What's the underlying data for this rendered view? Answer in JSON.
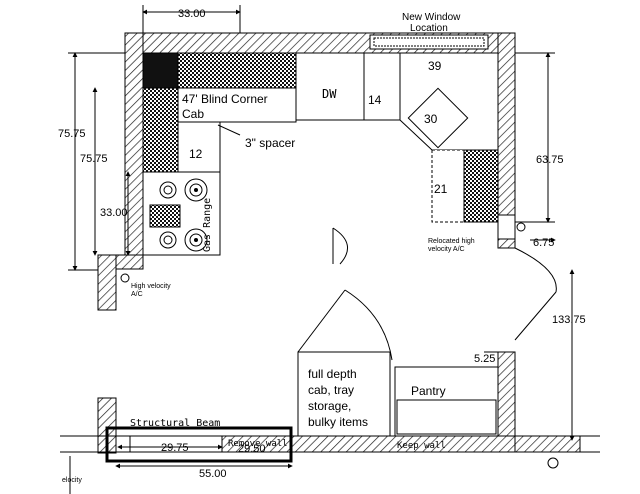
{
  "labels": {
    "new_window": "New Window",
    "new_window_2": "Location",
    "blind_corner": "47' Blind Corner",
    "blind_corner_2": "Cab",
    "dw": "DW",
    "cab14": "14",
    "cab30": "30",
    "cab39": "39",
    "spacer": "3\" spacer",
    "cab12": "12",
    "cab21": "21",
    "gas_range": "Gas Range",
    "high_velocity": "High velocity",
    "high_velocity_2": "A/C",
    "relocated": "Relocated high",
    "relocated_2": "velocity A/C",
    "full_depth_1": "full depth",
    "full_depth_2": "cab, tray",
    "full_depth_3": "storage,",
    "full_depth_4": "bulky items",
    "pantry": "Pantry",
    "structural_beam": "Structural Beam",
    "remove_wall": "Remove wall",
    "keep_wall": "Keep wall",
    "velocity_cut": "elocity"
  },
  "dimensions": {
    "top_width": "33.00",
    "left_outer": "75.75",
    "left_inner": "75.75",
    "left_range": "33.00",
    "right_upper": "63.75",
    "right_small": "6.75",
    "right_long": "133.75",
    "pantry_gap": "5.25",
    "beam_span": "29.75",
    "beam_small": "29.50",
    "bottom_width": "55.00"
  },
  "colors": {
    "line": "#000000",
    "hatch": "#333333",
    "wall_fill": "#9a9a9a"
  }
}
